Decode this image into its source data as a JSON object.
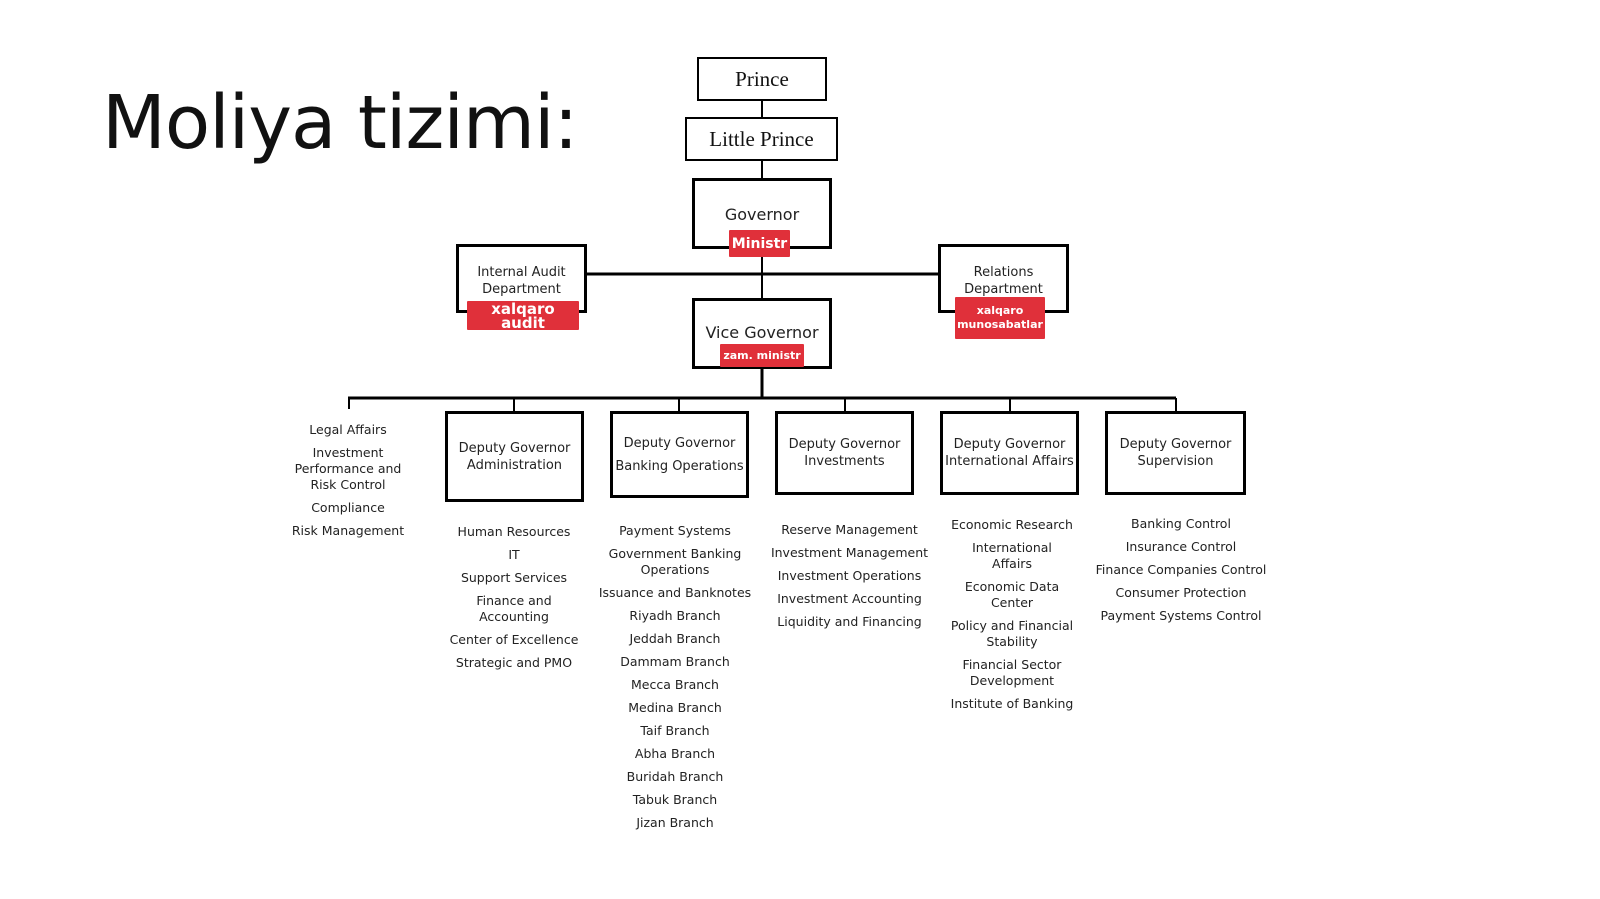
{
  "slide": {
    "title": "Moliya tizimi:"
  },
  "chart": {
    "prince": "Prince",
    "little_prince": "Little Prince",
    "governor": {
      "label": "Governor",
      "tag": "Ministr"
    },
    "internal_audit": {
      "label": "Internal Audit Department",
      "tag": "xalqaro audit"
    },
    "relations": {
      "label": "Relations Department",
      "tag": "xalqaro munosabatlar"
    },
    "vice_governor": {
      "label": "Vice Governor",
      "tag": "zam. ministr"
    },
    "direct_units": [
      "Legal Affairs",
      "Investment Performance and Risk Control",
      "Compliance",
      "Risk Management"
    ],
    "deputies": [
      {
        "title": "Deputy Governor Administration",
        "units": [
          "Human Resources",
          "IT",
          "Support Services",
          "Finance and Accounting",
          "Center of Excellence",
          "Strategic and PMO"
        ]
      },
      {
        "title": "Deputy Governor Banking Operations",
        "units": [
          "Payment Systems",
          "Government Banking Operations",
          "Issuance and Banknotes",
          "Riyadh Branch",
          "Jeddah Branch",
          "Dammam Branch",
          "Mecca Branch",
          "Medina Branch",
          "Taif Branch",
          "Abha Branch",
          "Buridah Branch",
          "Tabuk Branch",
          "Jizan Branch"
        ]
      },
      {
        "title": "Deputy Governor Investments",
        "units": [
          "Reserve Management",
          "Investment Management",
          "Investment Operations",
          "Investment Accounting",
          "Liquidity and Financing"
        ]
      },
      {
        "title": "Deputy Governor International Affairs",
        "units": [
          "Economic Research",
          "International Affairs",
          "Economic Data Center",
          "Policy and Financial Stability",
          "Financial Sector Development",
          "Institute of Banking"
        ]
      },
      {
        "title": "Deputy Governor Supervision",
        "units": [
          "Banking Control",
          "Insurance Control",
          "Finance Companies Control",
          "Consumer Protection",
          "Payment Systems Control"
        ]
      }
    ]
  },
  "colors": {
    "tag": "#e0303a",
    "line": "#000000"
  }
}
